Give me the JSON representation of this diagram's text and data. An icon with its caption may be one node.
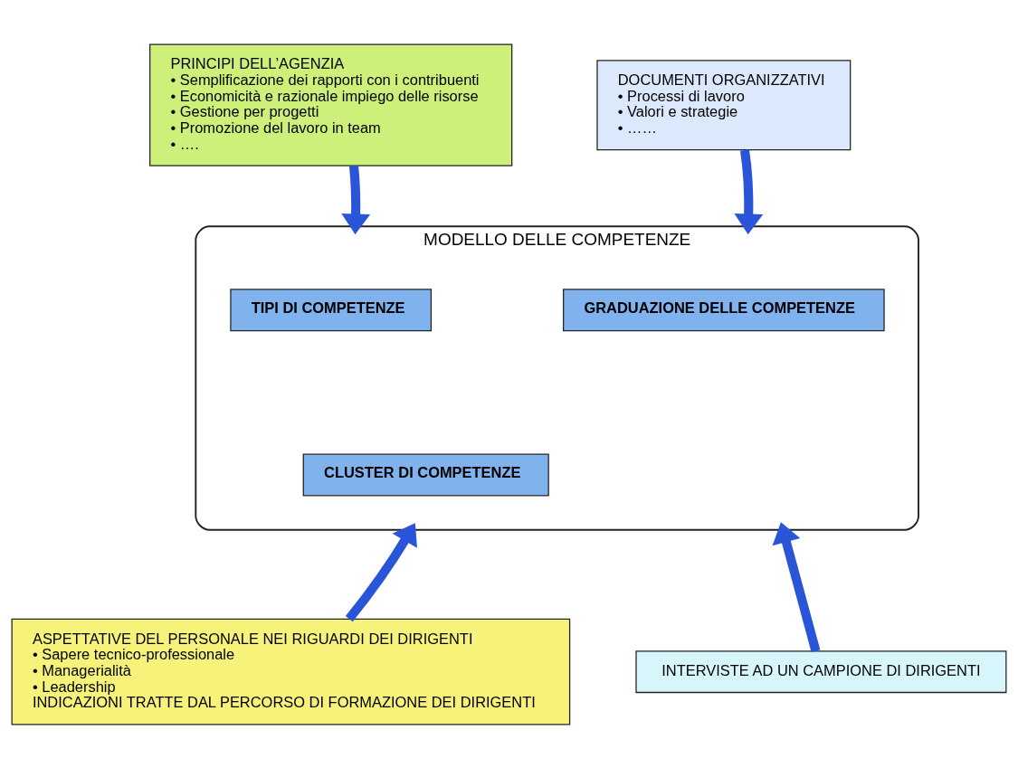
{
  "diagram": {
    "nodes": [
      {
        "text": [
          "PRINCIPI DELL’AGENZIA",
          "• Semplificazione dei rapporti con i contribuenti",
          "• Economicità e razionale impiego delle risorse",
          "• Gestione per progetti",
          "• Promozione del lavoro in team",
          "• …."
        ]
      },
      {
        "text": [
          "DOCUMENTI ORGANIZZATIVI",
          "• Processi di lavoro",
          "• Valori e strategie",
          "• ……"
        ]
      },
      {
        "text": [
          "MODELLO DELLE COMPETENZE"
        ]
      },
      {
        "text": [
          "TIPI DI COMPETENZE"
        ],
        "in": 2
      },
      {
        "text": [
          "GRADUAZIONE DELLE COMPETENZE"
        ],
        "in": 2
      },
      {
        "text": [
          "CLUSTER DI COMPETENZE"
        ],
        "in": 2
      },
      {
        "text": [
          "ASPETTATIVE DEL PERSONALE NEI RIGUARDI DEI DIRIGENTI",
          "• Sapere tecnico-professionale",
          "• Managerialità",
          "• Leadership",
          "INDICAZIONI TRATTE DAL PERCORSO DI FORMAZIONE DEI DIRIGENTI"
        ]
      },
      {
        "text": [
          "INTERVISTE AD UN CAMPIONE DI DIRIGENTI"
        ]
      }
    ],
    "edges": [
      {
        "from": 0,
        "to": 2,
        "arrow": "to"
      },
      {
        "from": 1,
        "to": 2,
        "arrow": "to"
      },
      {
        "from": 6,
        "to": 2,
        "arrow": "to"
      },
      {
        "from": 7,
        "to": 2,
        "arrow": "to"
      }
    ]
  }
}
